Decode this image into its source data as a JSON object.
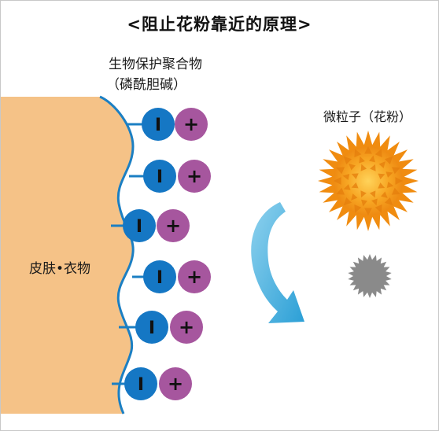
{
  "title": "<阻止花粉靠近的原理>",
  "labels": {
    "polymer": "生物保护聚合物",
    "polymer_sub": "（磷酰胆碱）",
    "skin": "皮肤•衣物",
    "particle": "微粒子（花粉）"
  },
  "molecule": {
    "left_symbol": "I",
    "right_symbol": "+",
    "count": 6
  },
  "colors": {
    "skin": "#f5c287",
    "wave_line": "#1b7fc3",
    "left_circle": "#1577c4",
    "right_circle": "#a6569e",
    "arrow": "#3aa9d8",
    "pollen": "#f29a1c",
    "small_particle": "#8a8a8a"
  }
}
